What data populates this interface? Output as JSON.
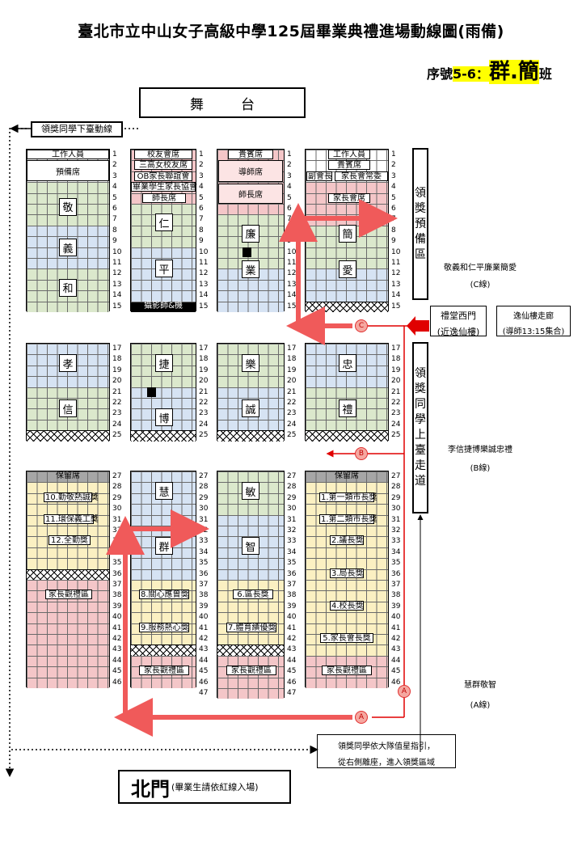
{
  "title": "臺北市立中山女子高級中學125屆畢業典禮進場動線圖(雨備)",
  "serial": {
    "prefix": "序號",
    "number": "5-6：",
    "classes": "群.簡",
    "suffix": "班"
  },
  "stage": "舞台",
  "award_down_line": "領獎同學下臺動線",
  "award_prep_zone": "領獎預備區",
  "award_up_path": "領獎同學上臺走道",
  "c_line": {
    "title": "敬義和仁平廉業簡愛",
    "line": "(C線)"
  },
  "west_gate": {
    "title": "禮堂西門",
    "sub": "(近逸仙樓)"
  },
  "corridor": {
    "title": "逸仙樓走廊",
    "sub": "(導師13:15集合)"
  },
  "b_line": {
    "title": "李信捷博樂誠忠禮",
    "line": "(B線)"
  },
  "a_line": {
    "title": "慧群敬智",
    "line": "(A線)"
  },
  "award_note": {
    "line1": "領獎同學依大隊值星指引，",
    "line2": "從右側離座，進入領獎區域"
  },
  "north_gate": {
    "title": "北門",
    "note": "(畢業生請依紅線入場)"
  },
  "route_markers": {
    "a": "A",
    "b": "B",
    "c": "C"
  },
  "col1": {
    "top_labels": [
      "工作人員",
      "預備席"
    ],
    "classes": [
      "敬",
      "義",
      "和",
      "孝",
      "信"
    ],
    "reserved": "保留席",
    "awards": [
      "10.勤敬熱誠獎",
      "11.環保義工獎",
      "12.全勤獎"
    ],
    "parent": "家長觀禮區"
  },
  "col2": {
    "top_labels": [
      "校友會席",
      "三高女校友席",
      "OB家長聯誼會",
      "畢業學生家長協會",
      "師長席"
    ],
    "classes": [
      "仁",
      "平",
      "捷",
      "博",
      "慧",
      "群"
    ],
    "photographer": "攝影師&機",
    "awards": [
      "8.關心應曾獎",
      "9.服務熱心獎"
    ],
    "parent": "家長觀禮區"
  },
  "col3": {
    "top_labels": [
      "貴賓席",
      "導師席",
      "師長席"
    ],
    "classes": [
      "廉",
      "業",
      "樂",
      "誠",
      "敏",
      "智"
    ],
    "awards": [
      "6.區長獎",
      "7.體育績優獎"
    ],
    "parent": "家長觀禮區"
  },
  "col4": {
    "top_labels": [
      "工作人員",
      "貴賓席",
      "副會長",
      "家長會常委",
      "家長會席"
    ],
    "classes": [
      "簡",
      "愛",
      "忠",
      "禮"
    ],
    "reserved": "保留席",
    "awards": [
      "1.第一類市長獎",
      "1.第二類市長獎",
      "2.議長獎",
      "3.局長獎",
      "4.校長獎",
      "5.家長會長獎"
    ],
    "parent": "家長觀禮區"
  },
  "rows_left": [
    "1",
    "2",
    "3",
    "4",
    "5",
    "6",
    "7",
    "8",
    "9",
    "10",
    "11",
    "12",
    "13",
    "14",
    "15"
  ],
  "rows_mid": [
    "17",
    "18",
    "19",
    "20",
    "21",
    "22",
    "23",
    "24",
    "25"
  ],
  "rows_bottom_a": [
    "27",
    "28",
    "29",
    "30",
    "31",
    "32",
    "33",
    "34",
    "35",
    "36",
    "37",
    "38",
    "39",
    "40",
    "41",
    "42",
    "43",
    "44",
    "45",
    "46"
  ],
  "rows_bottom_b": [
    "27",
    "28",
    "29",
    "30",
    "31",
    "32",
    "33",
    "34",
    "35",
    "36",
    "37",
    "38",
    "39",
    "40",
    "41",
    "42",
    "43",
    "44",
    "45",
    "46",
    "47"
  ],
  "colors": {
    "green": "#dbe8cc",
    "blue": "#d6e3f3",
    "pink": "#f4c6c8",
    "yellow": "#fbf0c2",
    "route": "#f05a5a",
    "route_dark": "#e00000"
  }
}
